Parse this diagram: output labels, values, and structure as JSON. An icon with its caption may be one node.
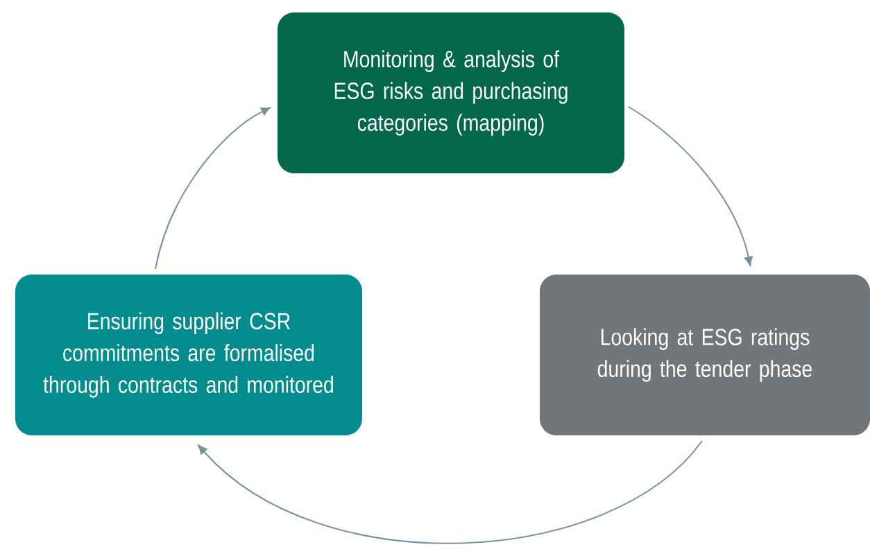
{
  "diagram": {
    "nodes": [
      {
        "text": [
          "Monitoring & analysis of ESG risks and purchasing categories (mapping)"
        ]
      },
      {
        "text": [
          "Looking at ESG ratings during the tender phase"
        ]
      },
      {
        "text": [
          "Ensuring supplier CSR commitments are formalised through contracts and monitored"
        ]
      }
    ],
    "edges": [
      {
        "from": 0,
        "to": 1,
        "arrow": "to"
      },
      {
        "from": 1,
        "to": 2,
        "arrow": "to"
      },
      {
        "from": 2,
        "to": 0,
        "arrow": "to"
      }
    ]
  }
}
